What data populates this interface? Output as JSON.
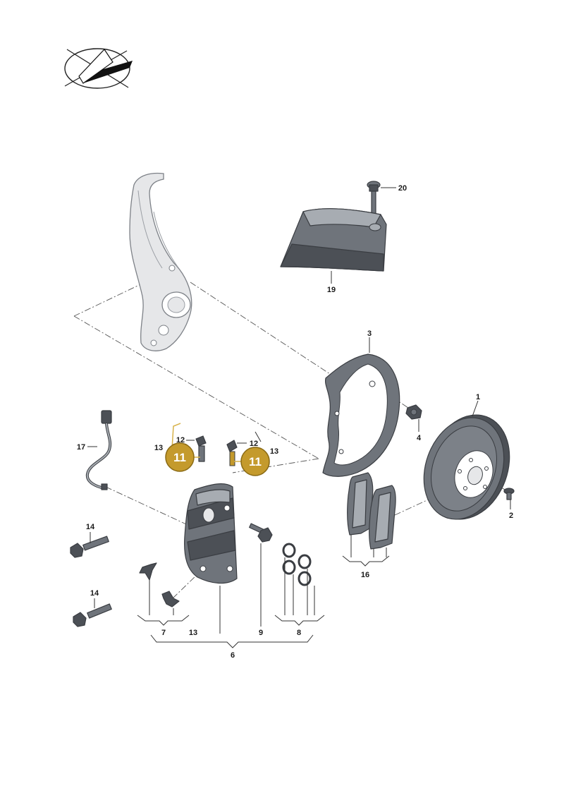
{
  "diagram": {
    "callouts": [
      {
        "id": "c1",
        "text": "1"
      },
      {
        "id": "c2",
        "text": "2"
      },
      {
        "id": "c3",
        "text": "3"
      },
      {
        "id": "c4",
        "text": "4"
      },
      {
        "id": "c6",
        "text": "6"
      },
      {
        "id": "c7",
        "text": "7"
      },
      {
        "id": "c8",
        "text": "8"
      },
      {
        "id": "c9",
        "text": "9"
      },
      {
        "id": "c12a",
        "text": "12"
      },
      {
        "id": "c12b",
        "text": "12"
      },
      {
        "id": "c13a",
        "text": "13"
      },
      {
        "id": "c13b",
        "text": "13"
      },
      {
        "id": "c13c",
        "text": "13"
      },
      {
        "id": "c14a",
        "text": "14"
      },
      {
        "id": "c14b",
        "text": "14"
      },
      {
        "id": "c16",
        "text": "16"
      },
      {
        "id": "c17",
        "text": "17"
      },
      {
        "id": "c19",
        "text": "19"
      },
      {
        "id": "c20",
        "text": "20"
      }
    ],
    "badges": [
      {
        "id": "b11a",
        "text": "11"
      },
      {
        "id": "b11b",
        "text": "11"
      }
    ],
    "colors": {
      "badge_fill": "#c49a2c",
      "badge_stroke": "#8a6a14",
      "badge_leader": "#d7b24a",
      "part_gray": "#6f747b"
    }
  }
}
